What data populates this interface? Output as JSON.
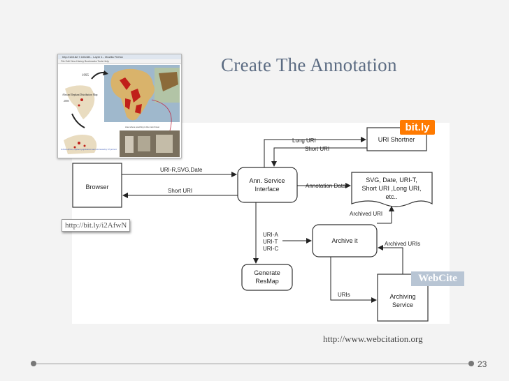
{
  "slide": {
    "title": "Create The Annotation",
    "page_number": "23",
    "footer_url": "http://www.webcitation.org"
  },
  "thumbnail": {
    "window_title": "http://128.82.7.100/AB... Layer 1 - Mozilla Firefox",
    "menu": "File  Edit  View  History  Bookmarks  Tools  Help",
    "year_1": "1995",
    "year_2": "2005",
    "map_title": "African Elephant Distribution Map",
    "caption": "In East Africa, elephant populations have decreased by 97 percent",
    "note": "Area where poaching is the main threat"
  },
  "link_label": "http://bit.ly/i2AfwN",
  "logos": {
    "bitly": "bit.ly",
    "webcite": "WebCite"
  },
  "diagram": {
    "nodes": {
      "browser": "Browser",
      "ann_line1": "Ann. Service",
      "ann_line2": "Interface",
      "shortner": "URI Shortner",
      "meta_line1": "SVG, Date, URI-T,",
      "meta_line2": "Short URI ,Long URI,",
      "meta_line3": "etc..",
      "archive": "Archive it",
      "generate_line1": "Generate",
      "generate_line2": "ResMap",
      "archiving_line1": "Archiving",
      "archiving_line2": "Service"
    },
    "edges": {
      "uri_r_svg_date": "URI-R,SVG,Date",
      "short_uri_browser": "Short URI",
      "long_uri": "Long URI",
      "short_uri_top": "Short URI",
      "annotation_data": "Annotation Data",
      "archived_uri": "Archived URI",
      "uri_a": "URI-A",
      "uri_t": "URI-T",
      "uri_c": "URI-C",
      "archived_uris": "Archived URIs",
      "uris": "URIs"
    }
  },
  "colors": {
    "title": "#5b6b82",
    "bitly": "#ff7a00",
    "webcite": "#b8c5d4"
  }
}
